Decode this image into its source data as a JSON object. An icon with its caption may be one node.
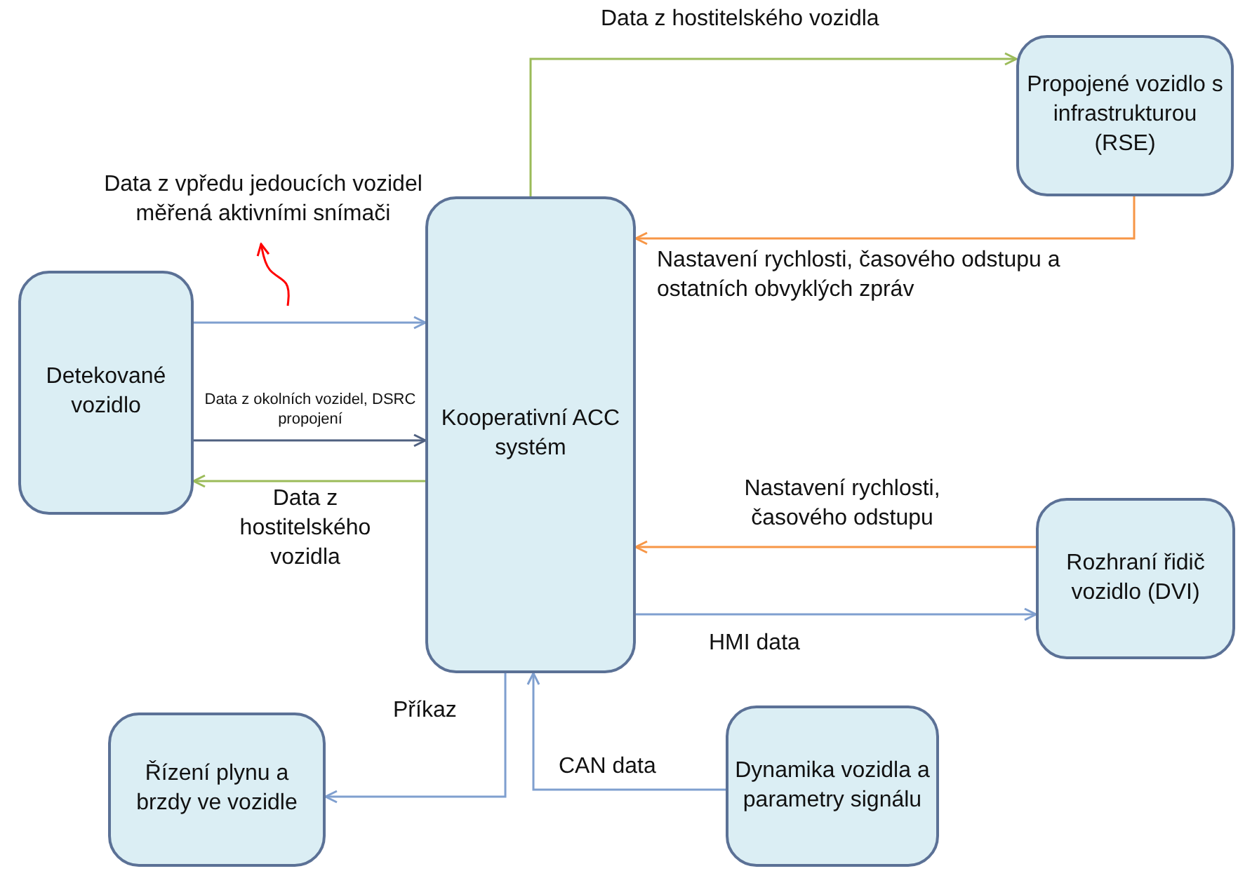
{
  "diagram": {
    "nodes": [
      {
        "text": [
          "Detekované vozidlo"
        ]
      },
      {
        "text": [
          "Kooperativní ACC systém"
        ]
      },
      {
        "text": [
          "Propojené vozidlo s infrastrukturou (RSE)"
        ]
      },
      {
        "text": [
          "Rozhraní řidič vozidlo (DVI)"
        ]
      },
      {
        "text": [
          "Řízení plynu a brzdy ve vozidle"
        ]
      },
      {
        "text": [
          "Dynamika vozidla a parametry signálu"
        ]
      },
      {
        "text": [
          "Data z vpředu jedoucích vozidel měřená aktivními snímači"
        ]
      }
    ],
    "edges": [
      {
        "from": 0,
        "to": 1,
        "arrow": "to"
      },
      {
        "from": 0,
        "to": 1,
        "arrow": "to",
        "label": "Data z okolních vozidel, DSRC propojení",
        "color": "#4f6080"
      },
      {
        "from": 1,
        "to": 0,
        "arrow": "to",
        "label": "Data z hostitelského vozidla",
        "color": "#9bbb59"
      },
      {
        "from": 1,
        "to": 2,
        "arrow": "to",
        "label": "Data z hostitelského vozidla",
        "color": "#9bbb59"
      },
      {
        "from": 2,
        "to": 1,
        "arrow": "to",
        "label": "Nastavení rychlosti, časového odstupu a ostatních obvyklých zpráv",
        "color": "#f79646"
      },
      {
        "from": 3,
        "to": 1,
        "arrow": "to",
        "label": "Nastavení rychlosti, časového odstupu",
        "color": "#f79646"
      },
      {
        "from": 1,
        "to": 3,
        "arrow": "to",
        "label": "HMI data"
      },
      {
        "from": 1,
        "to": 4,
        "arrow": "to",
        "label": "Příkaz"
      },
      {
        "from": 5,
        "to": 1,
        "arrow": "to",
        "label": "CAN data"
      },
      {
        "from": null,
        "to": 6,
        "arrow": "to",
        "color": "#ff0000"
      }
    ]
  }
}
